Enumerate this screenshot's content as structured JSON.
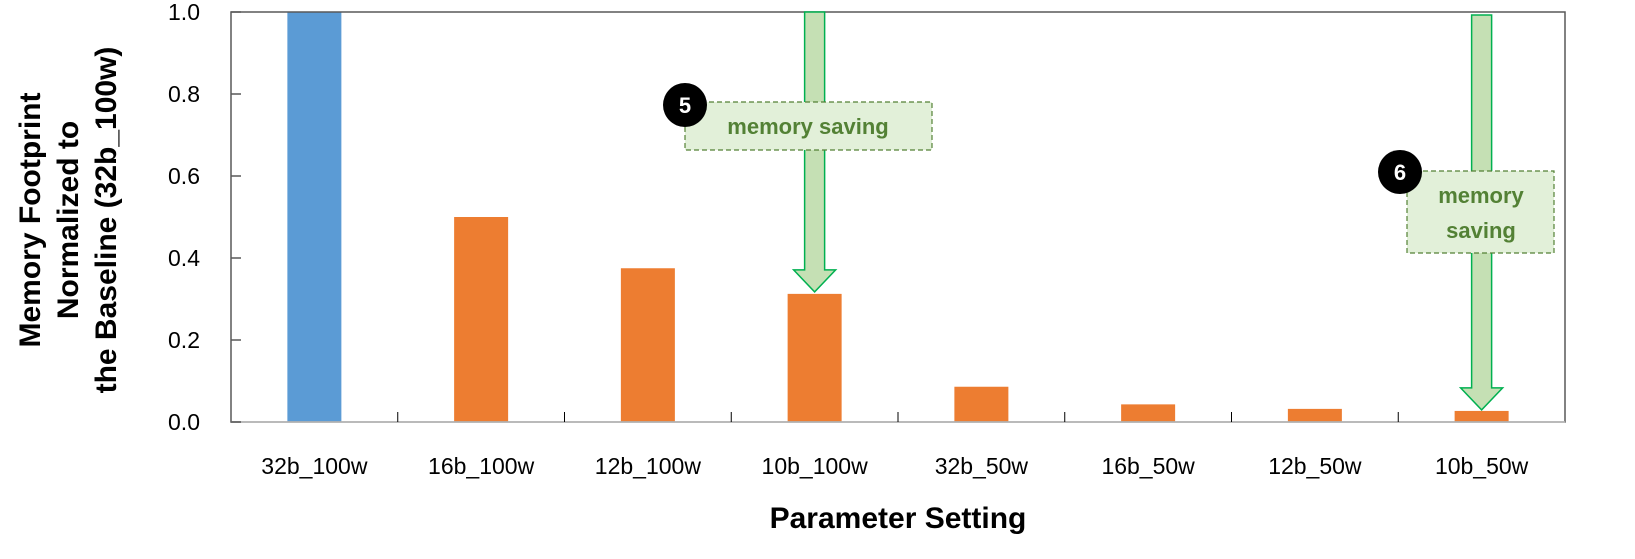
{
  "chart_data": {
    "type": "bar",
    "title": "",
    "xlabel": "Parameter Setting",
    "ylabel": "Memory Footprint Normalized to the Baseline (32b_100w)",
    "ylabel_lines": [
      "Memory Footprint",
      "Normalized to",
      "the Baseline (32b_100w)"
    ],
    "categories": [
      "32b_100w",
      "16b_100w",
      "12b_100w",
      "10b_100w",
      "32b_50w",
      "16b_50w",
      "12b_50w",
      "10b_50w"
    ],
    "values": [
      1.0,
      0.5,
      0.375,
      0.3125,
      0.086,
      0.043,
      0.032,
      0.027
    ],
    "bar_colors": [
      "#5B9BD5",
      "#ED7D31",
      "#ED7D31",
      "#ED7D31",
      "#ED7D31",
      "#ED7D31",
      "#ED7D31",
      "#ED7D31"
    ],
    "ylim": [
      0,
      1.0
    ],
    "yticks": [
      "0.0",
      "0.2",
      "0.4",
      "0.6",
      "0.8",
      "1.0"
    ],
    "grid": false,
    "legend": null,
    "annotations": [
      {
        "badge": "5",
        "text": "memory saving",
        "target": "10b_100w"
      },
      {
        "badge": "6",
        "text": "memory saving",
        "target": "10b_50w"
      }
    ]
  },
  "colors": {
    "baseline_bar": "#5B9BD5",
    "other_bar": "#ED7D31",
    "arrow_fill": "#C5E0B4",
    "arrow_stroke": "#00B050",
    "callout_fill": "#E2F0D9",
    "callout_border": "#538135",
    "callout_text": "#538135"
  }
}
